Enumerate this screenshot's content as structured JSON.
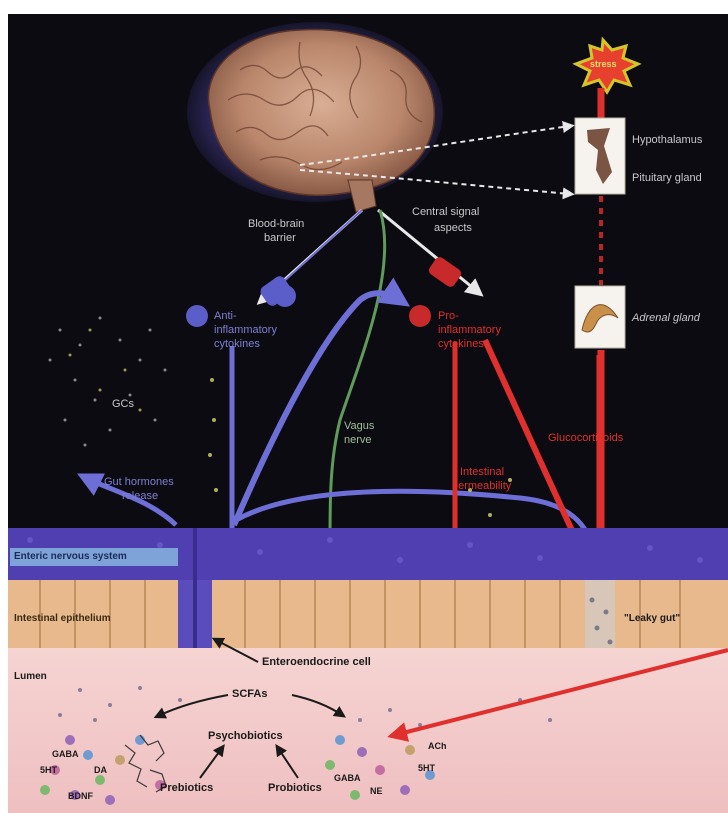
{
  "labels": {
    "stress": "stress",
    "hypothalamus": "Hypothalamus",
    "pituitary": "Pituitary gland",
    "adrenal": "Adrenal gland",
    "bbb": "Blood-brain barrier",
    "bbb_line1": "Blood-brain",
    "bbb_line2": "barrier",
    "central": "Central signaling",
    "central_line1": "Central signal",
    "central_line2": "aspects",
    "anti_line1": "Anti-",
    "anti_line2": "inflammatory",
    "anti_line3": "cytokines",
    "pro_line1": "Pro-",
    "pro_line2": "inflammatory",
    "pro_line3": "cytokines",
    "gcs": "GCs",
    "vagus_line1": "Vagus",
    "vagus_line2": "nerve",
    "gut_hormones_line1": "Gut hormones",
    "gut_hormones_line2": "release",
    "intestinal_line1": "Intestinal",
    "intestinal_line2": "permeability",
    "glucocorticoids": "Glucocorticoids",
    "ens": "Enteric nervous system",
    "epithelium": "Intestinal epithelium",
    "leaky": "\"Leaky gut\"",
    "enteroendocrine": "Enteroendocrine cell",
    "lumen": "Lumen",
    "scfas": "SCFAs",
    "psychobiotics": "Psychobiotics",
    "prebiotics": "Prebiotics",
    "probiotics": "Probiotics",
    "gaba": "GABA",
    "serotonin": "5HT",
    "da": "DA",
    "bdnf": "BDNF",
    "ach": "ACh",
    "ne": "NE"
  },
  "colors": {
    "background": "#0c0b12",
    "blue_path": "#6e6fd6",
    "red_path": "#e0302d",
    "green_path": "#5f9b5a",
    "epithelium": "#e7b98d",
    "ens": "#4f3fb0",
    "lumen": "#f2c9c9"
  }
}
